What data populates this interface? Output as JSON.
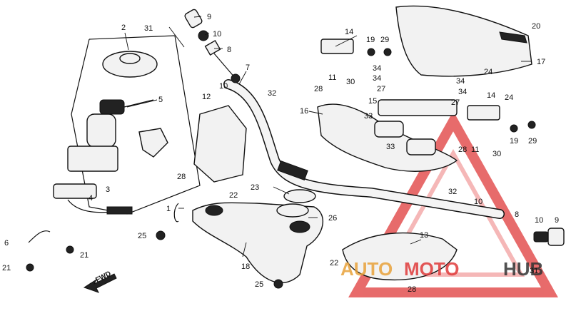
{
  "callouts": {
    "p1": "1",
    "p2": "2",
    "p3": "3",
    "p4": "4",
    "p5": "5",
    "p6": "6",
    "p7": "7",
    "p8a": "8",
    "p8b": "8",
    "p9a": "9",
    "p9b": "9",
    "p10a": "10",
    "p10b": "10",
    "p10c": "10",
    "p10d": "10",
    "p11a": "11",
    "p11b": "11",
    "p12": "12",
    "p13": "13",
    "p14a": "14",
    "p14b": "14",
    "p15": "15",
    "p16": "16",
    "p17": "17",
    "p18": "18",
    "p19a": "19",
    "p19b": "19",
    "p20": "20",
    "p21a": "21",
    "p21b": "21",
    "p22a": "22",
    "p22b": "22",
    "p23": "23",
    "p24a": "24",
    "p24b": "24",
    "p25a": "25",
    "p25b": "25",
    "p26": "26",
    "p27a": "27",
    "p27b": "27",
    "p28a": "28",
    "p28b": "28",
    "p28c": "28",
    "p28d": "28",
    "p29a": "29",
    "p29b": "29",
    "p30a": "30",
    "p30b": "30",
    "p31a": "31",
    "p31b": "31",
    "p32a": "32",
    "p32b": "32",
    "p33a": "33",
    "p33b": "33",
    "p34a": "34",
    "p34b": "34",
    "p34c": "34",
    "p34d": "34"
  },
  "direction_label": "FWD",
  "watermark": {
    "part1": "AUTO",
    "part2": "MOTO",
    "part3": "HUB",
    "color_red": "#e03a3a",
    "color_dark": "#333333"
  }
}
